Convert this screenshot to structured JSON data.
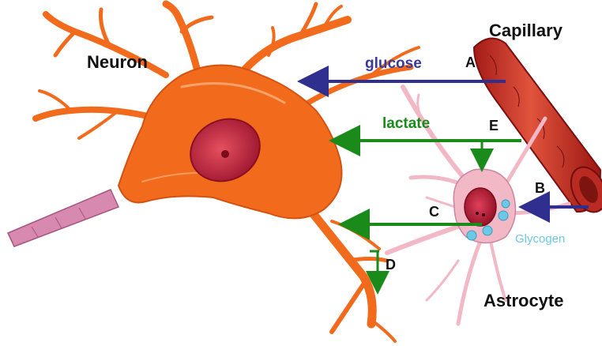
{
  "labels": {
    "neuron": "Neuron",
    "capillary": "Capillary",
    "astrocyte": "Astrocyte",
    "glucose": "glucose",
    "lactate": "lactate",
    "glycogen": "Glycogen",
    "a": "A",
    "b": "B",
    "c": "C",
    "d": "D",
    "e": "E"
  },
  "colors": {
    "neuron_body": "#f26b1d",
    "neuron_nucleus": "#c8263a",
    "capillary": "#d23a2a",
    "astrocyte": "#f2b8c6",
    "axon": "#d889b0",
    "glucose_arrow": "#2f2f8f",
    "lactate_arrow": "#1a8a1a",
    "glycogen": "#6cc9e6"
  },
  "icons": {
    "neuron": "neuron-icon",
    "astrocyte": "astrocyte-icon",
    "capillary": "capillary-icon",
    "glycogen": "glycogen-granule-icon"
  }
}
